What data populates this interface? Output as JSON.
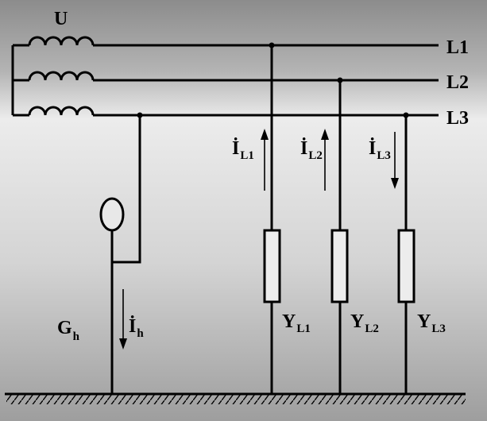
{
  "source": {
    "label": "U"
  },
  "lines": [
    {
      "label": "L1"
    },
    {
      "label": "L2"
    },
    {
      "label": "L3"
    }
  ],
  "generator": {
    "label": "G",
    "sub": "h"
  },
  "generator_current": {
    "label": "İ",
    "sub": "h"
  },
  "branches": [
    {
      "current_label": "İ",
      "current_sub": "L1",
      "admittance_label": "Y",
      "admittance_sub": "L1",
      "current_direction": "up"
    },
    {
      "current_label": "İ",
      "current_sub": "L2",
      "admittance_label": "Y",
      "admittance_sub": "L2",
      "current_direction": "up"
    },
    {
      "current_label": "İ",
      "current_sub": "L3",
      "admittance_label": "Y",
      "admittance_sub": "L3",
      "current_direction": "down"
    }
  ],
  "colors": {
    "wire": "#000000",
    "ground_hatch": "#000000",
    "background_top": "#8c8c8c",
    "background_mid": "#ececec"
  }
}
